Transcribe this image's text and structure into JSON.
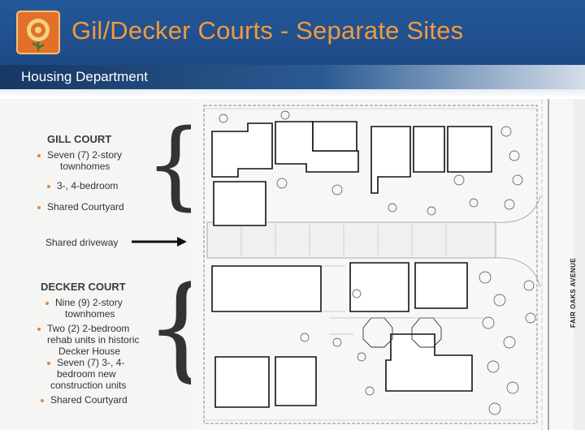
{
  "header": {
    "title": "Gil/Decker Courts - Separate Sites",
    "subtitle": "Housing Department",
    "colors": {
      "banner": "#1f4f8e",
      "title": "#f29a3d",
      "accent": "#e0863a"
    },
    "logo_icon": "rose-icon"
  },
  "gill": {
    "heading": "GILL COURT",
    "items": [
      "Seven (7) 2-story",
      "townhomes",
      "3-, 4-bedroom",
      "Shared Courtyard"
    ]
  },
  "driveway": {
    "label": "Shared driveway"
  },
  "decker": {
    "heading": "DECKER COURT",
    "items": [
      "Nine (9) 2-story",
      "townhomes",
      "Two (2) 2-bedroom",
      "rehab units in historic",
      "Decker House",
      "Seven (7) 3-, 4-",
      "bedroom new",
      "construction units",
      "Shared Courtyard"
    ]
  },
  "plan": {
    "street_label": "FAIR OAKS AVENUE"
  }
}
